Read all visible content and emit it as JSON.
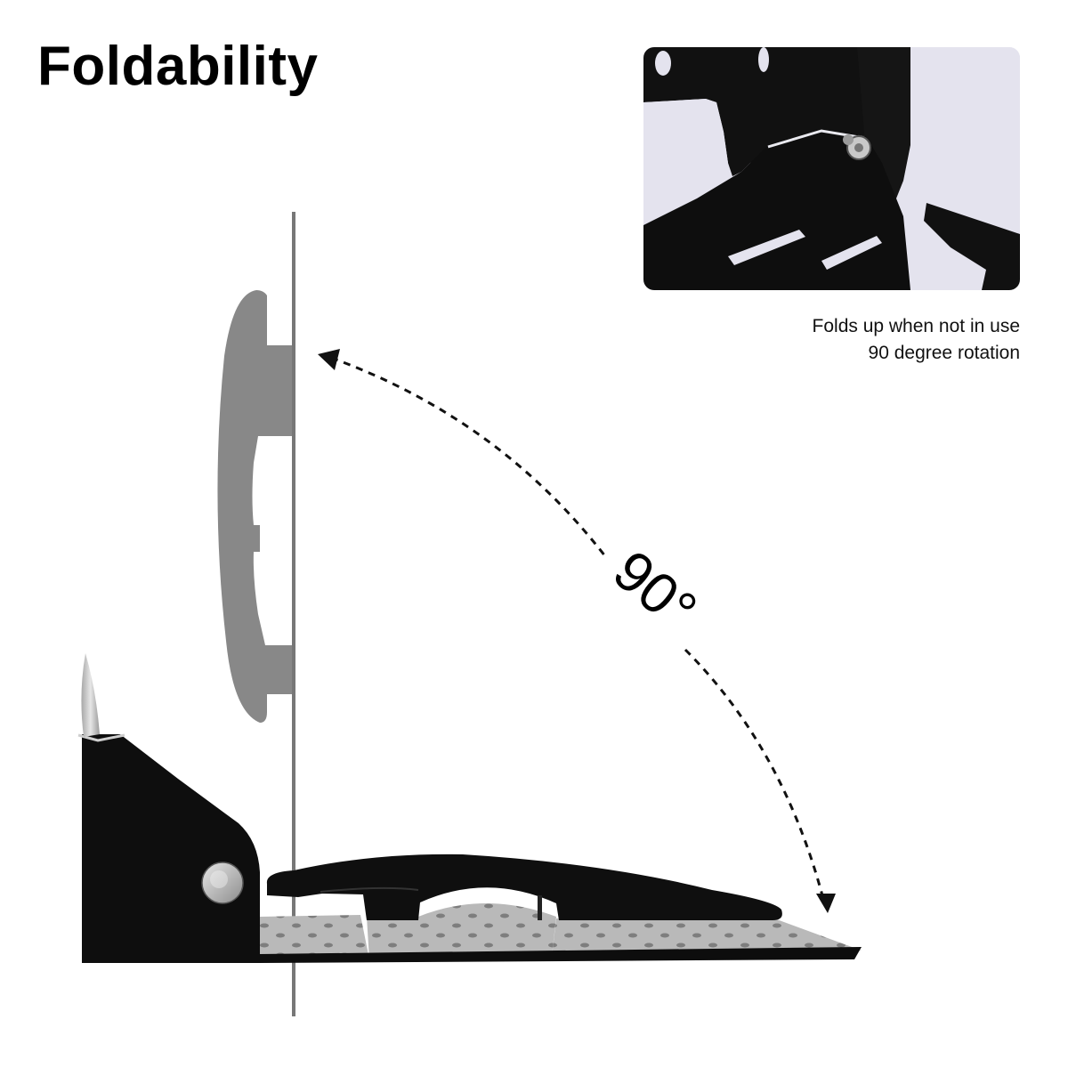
{
  "title": "Foldability",
  "caption": {
    "line1": "Folds up when not in use",
    "line2": "90 degree rotation"
  },
  "diagram": {
    "angle_label": "90°",
    "angle_degrees": 90
  },
  "colors": {
    "shelf_black": "#0d0d0d",
    "folded_gray": "#8a8a8a",
    "wall_line": "#7a7a7a",
    "perforated_plate": "#b8b8b8",
    "inset_background": "#e4e3ee"
  },
  "icons": {
    "arrow": "dashed-curved-double-arrow",
    "screw": "screw-head-icon"
  }
}
